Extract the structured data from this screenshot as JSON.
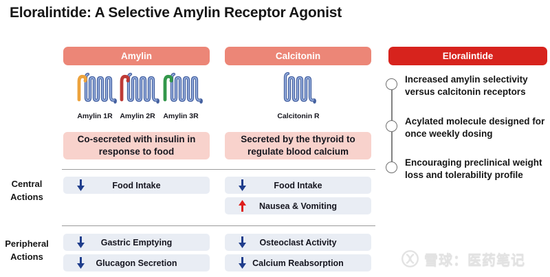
{
  "title": "Eloralintide: A Selective Amylin Receptor Agonist",
  "amylin": {
    "header": "Amylin",
    "receptors": [
      {
        "label": "Amylin 1R",
        "accent": "#EDA33D"
      },
      {
        "label": "Amylin 2R",
        "accent": "#BE3A36"
      },
      {
        "label": "Amylin 3R",
        "accent": "#33974B"
      }
    ],
    "description": "Co-secreted with insulin in response to food",
    "central_actions": [
      {
        "label": "Food Intake",
        "direction": "down"
      }
    ],
    "peripheral_actions": [
      {
        "label": "Gastric Emptying",
        "direction": "down"
      },
      {
        "label": "Glucagon Secretion",
        "direction": "down"
      }
    ]
  },
  "calcitonin": {
    "header": "Calcitonin",
    "receptors": [
      {
        "label": "Calcitonin R",
        "accent": "#44609F"
      }
    ],
    "description": "Secreted by the thyroid to regulate blood calcium",
    "central_actions": [
      {
        "label": "Food Intake",
        "direction": "down"
      },
      {
        "label": "Nausea & Vomiting",
        "direction": "up"
      }
    ],
    "peripheral_actions": [
      {
        "label": "Osteoclast Activity",
        "direction": "down"
      },
      {
        "label": "Calcium Reabsorption",
        "direction": "down"
      }
    ]
  },
  "eloralintide": {
    "header": "Eloralintide",
    "bullets": [
      "Increased amylin selectivity versus calcitonin receptors",
      "Acylated molecule designed for once weekly dosing",
      "Encouraging preclinical weight loss and tolerability profile"
    ]
  },
  "section_labels": {
    "central": "Central Actions",
    "peripheral": "Peripheral Actions"
  },
  "watermark": {
    "logo": "xueqiu-logo",
    "text": "雪球：医药笔记"
  },
  "colors": {
    "column_header_bg": "#EC8677",
    "eloralintide_header_bg": "#D7231D",
    "description_bg": "#F8D2CC",
    "action_row_bg": "#E9EDF4",
    "down_arrow": "#1F3D8C",
    "up_arrow": "#DE1F1C",
    "receptor_blue": "#44609F"
  }
}
